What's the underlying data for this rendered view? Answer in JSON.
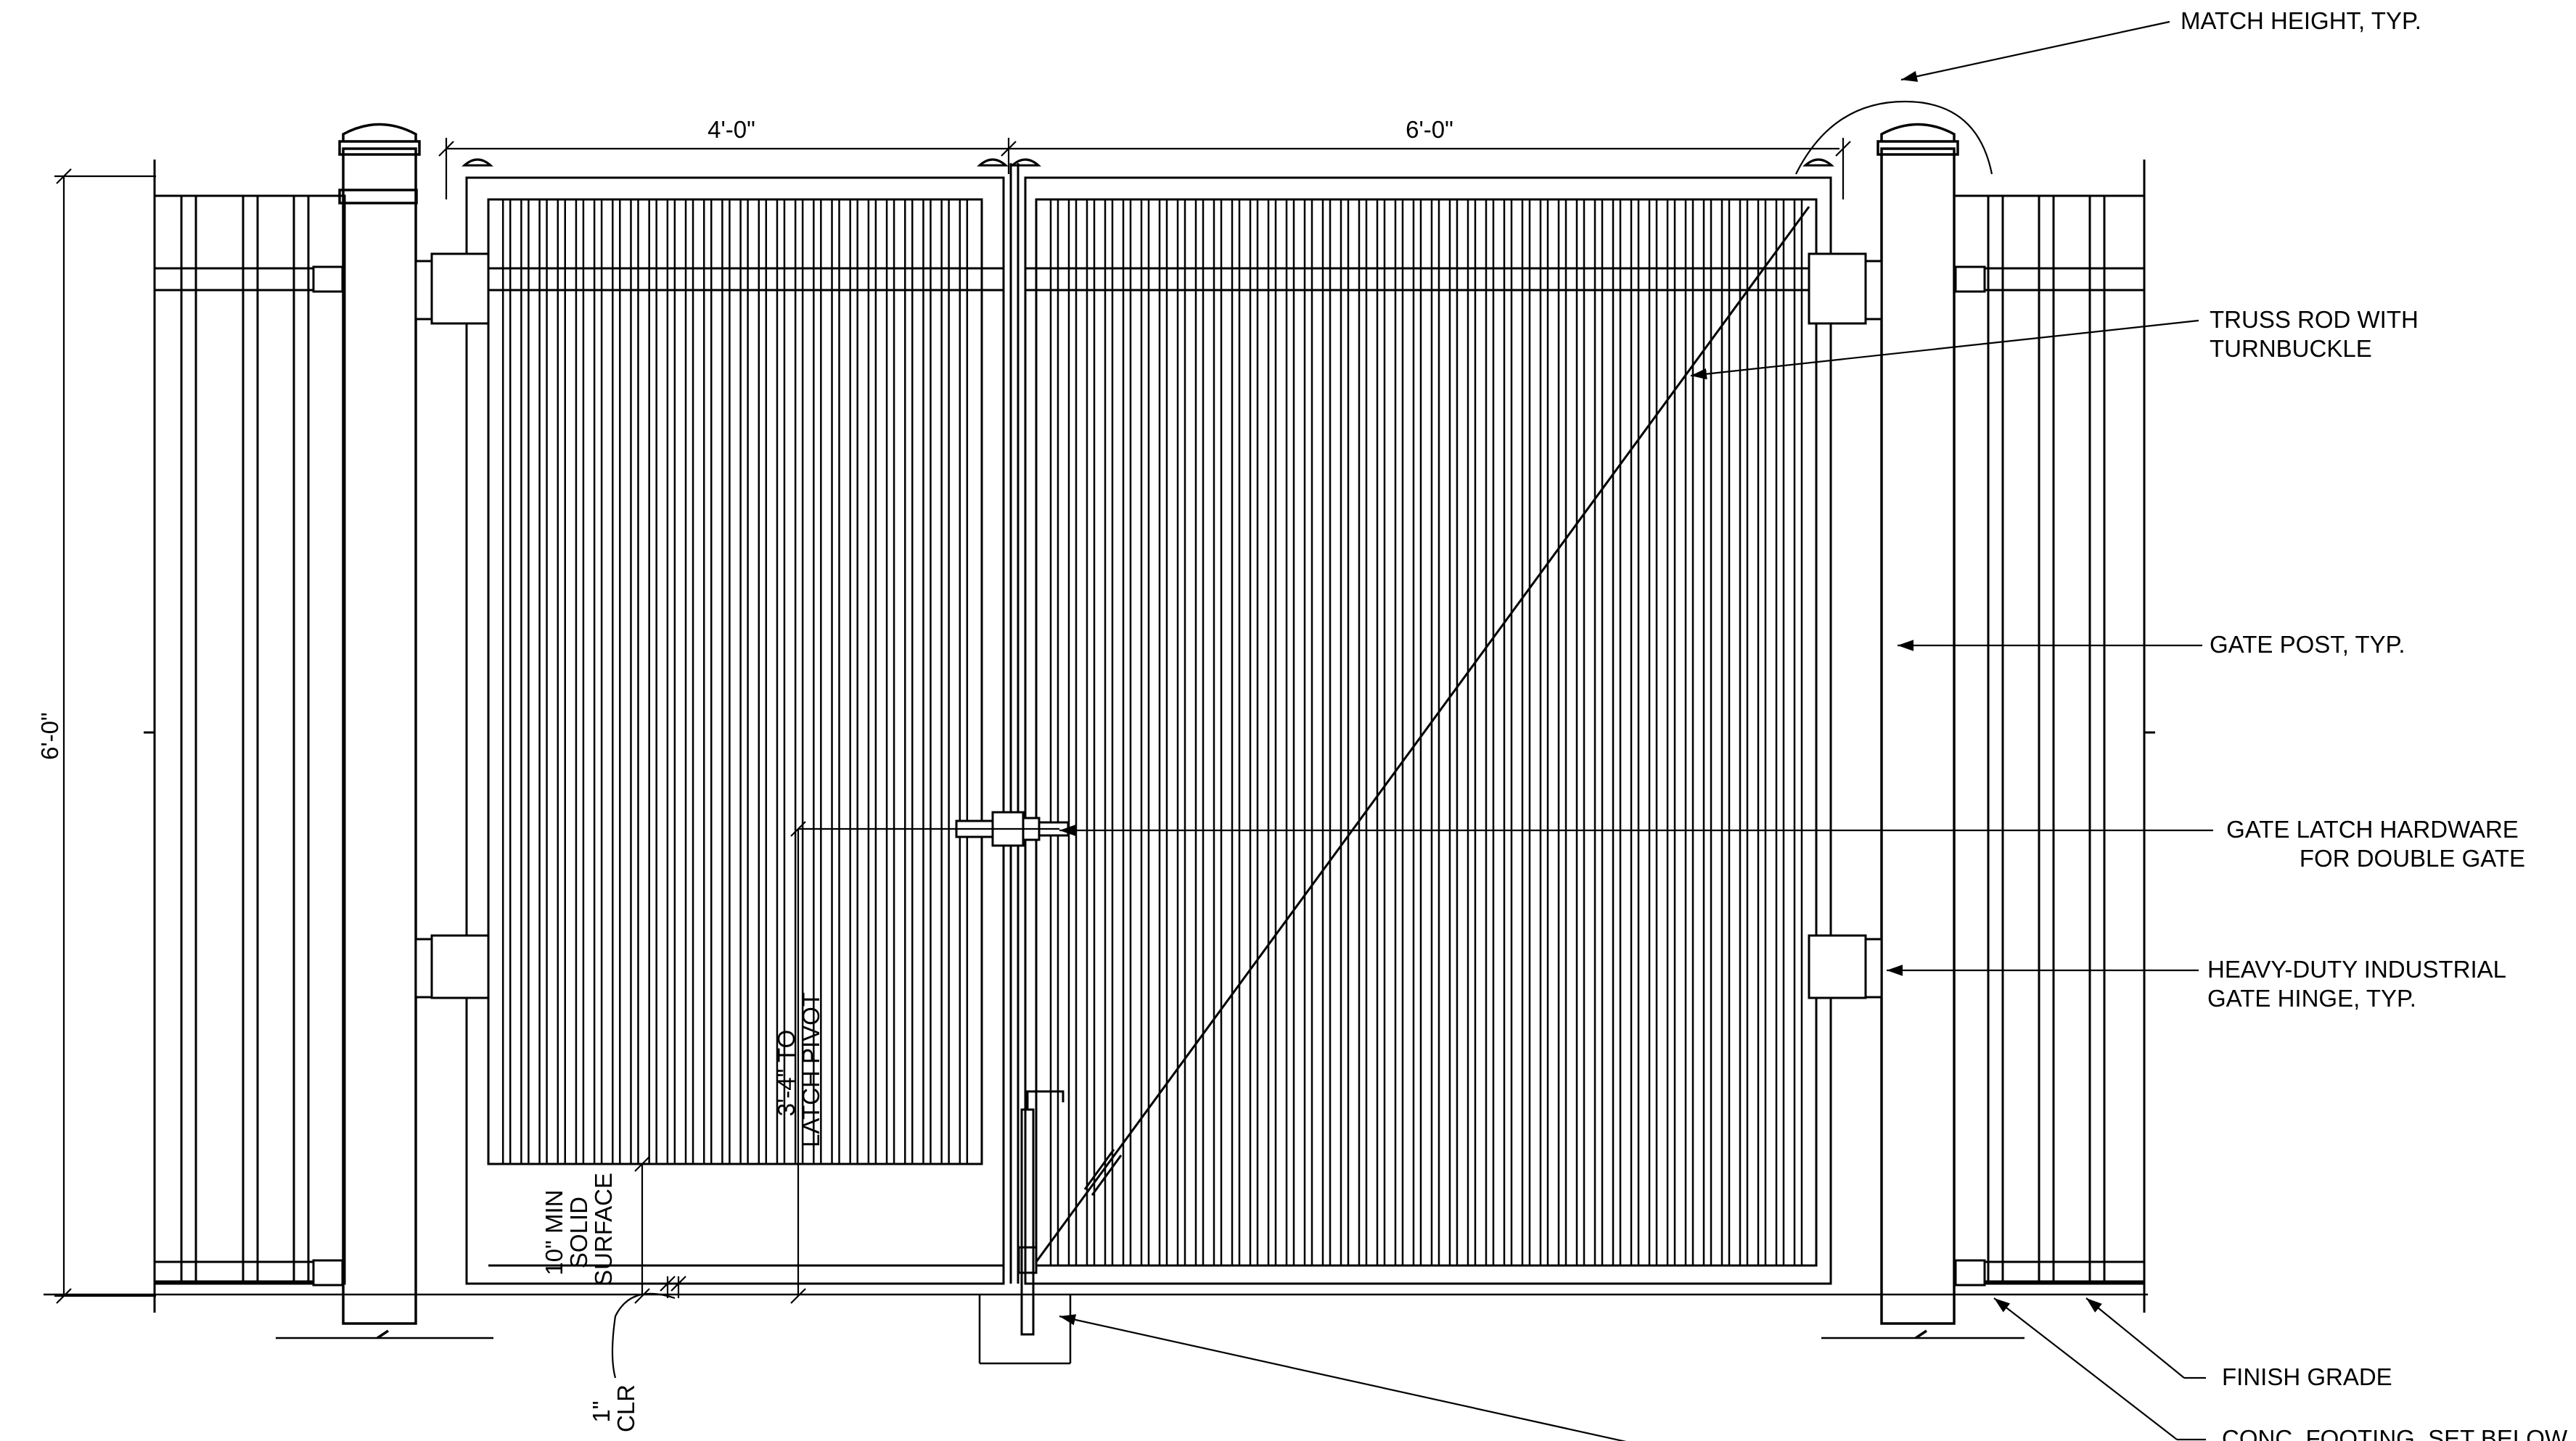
{
  "dimensions": {
    "top_left_width": "4'-0\"",
    "top_right_width": "6'-0\"",
    "overall_height": "6'-0\"",
    "latch_pivot": [
      "3'-4\" TO",
      "LATCH PIVOT"
    ],
    "solid_surface": [
      "10\" MIN",
      "SOLID",
      "SURFACE"
    ],
    "clearance": [
      "1\"",
      "CLR"
    ]
  },
  "callouts": {
    "match_height": [
      "MATCH HEIGHT, TYP."
    ],
    "truss_rod": [
      "TRUSS ROD WITH",
      "TURNBUCKLE"
    ],
    "gate_post": [
      "GATE POST, TYP."
    ],
    "latch_hardware": [
      "GATE LATCH HARDWARE",
      "FOR DOUBLE GATE"
    ],
    "hinge": [
      "HEAVY-DUTY INDUSTRIAL",
      "GATE HINGE, TYP."
    ],
    "finish_grade": [
      "FINISH GRADE"
    ],
    "footing": [
      "CONC. FOOTING, SET BELOW"
    ]
  },
  "colors": {
    "line": "#000000",
    "background": "#ffffff"
  }
}
